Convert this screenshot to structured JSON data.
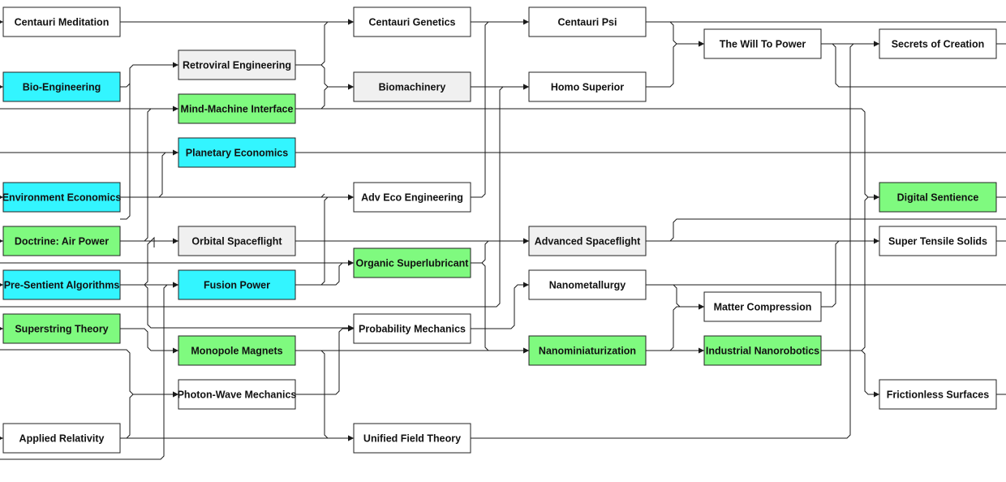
{
  "colors": {
    "blue": "#33f5ff",
    "green": "#7ffa7f",
    "grey": "#f0f0f0",
    "white": "#ffffff",
    "line": "#1a1a1a"
  },
  "nodes": [
    {
      "id": "centauri-meditation",
      "label": "Centauri Meditation",
      "fill": "white"
    },
    {
      "id": "bio-engineering",
      "label": "Bio-Engineering",
      "fill": "blue"
    },
    {
      "id": "environment-economics",
      "label": "Environment Economics",
      "fill": "blue"
    },
    {
      "id": "doctrine-air-power",
      "label": "Doctrine: Air Power",
      "fill": "green"
    },
    {
      "id": "pre-sentient-algorithms",
      "label": "Pre-Sentient Algorithms",
      "fill": "blue"
    },
    {
      "id": "superstring-theory",
      "label": "Superstring Theory",
      "fill": "green"
    },
    {
      "id": "applied-relativity",
      "label": "Applied Relativity",
      "fill": "white"
    },
    {
      "id": "retroviral-engineering",
      "label": "Retroviral Engineering",
      "fill": "grey"
    },
    {
      "id": "mind-machine-interface",
      "label": "Mind-Machine Interface",
      "fill": "green"
    },
    {
      "id": "planetary-economics",
      "label": "Planetary Economics",
      "fill": "blue"
    },
    {
      "id": "orbital-spaceflight",
      "label": "Orbital Spaceflight",
      "fill": "grey"
    },
    {
      "id": "fusion-power",
      "label": "Fusion Power",
      "fill": "blue"
    },
    {
      "id": "monopole-magnets",
      "label": "Monopole Magnets",
      "fill": "green"
    },
    {
      "id": "photon-wave-mechanics",
      "label": "Photon-Wave Mechanics",
      "fill": "white"
    },
    {
      "id": "centauri-genetics",
      "label": "Centauri Genetics",
      "fill": "white"
    },
    {
      "id": "biomachinery",
      "label": "Biomachinery",
      "fill": "grey"
    },
    {
      "id": "adv-eco-engineering",
      "label": "Adv Eco Engineering",
      "fill": "white"
    },
    {
      "id": "organic-superlubricant",
      "label": "Organic Superlubricant",
      "fill": "green"
    },
    {
      "id": "probability-mechanics",
      "label": "Probability Mechanics",
      "fill": "white"
    },
    {
      "id": "unified-field-theory",
      "label": "Unified Field Theory",
      "fill": "white"
    },
    {
      "id": "centauri-psi",
      "label": "Centauri Psi",
      "fill": "white"
    },
    {
      "id": "homo-superior",
      "label": "Homo Superior",
      "fill": "white"
    },
    {
      "id": "advanced-spaceflight",
      "label": "Advanced Spaceflight",
      "fill": "grey"
    },
    {
      "id": "nanometallurgy",
      "label": "Nanometallurgy",
      "fill": "white"
    },
    {
      "id": "nanominiaturization",
      "label": "Nanominiaturization",
      "fill": "green"
    },
    {
      "id": "the-will-to-power",
      "label": "The Will To Power",
      "fill": "white"
    },
    {
      "id": "matter-compression",
      "label": "Matter Compression",
      "fill": "white"
    },
    {
      "id": "industrial-nanorobotics",
      "label": "Industrial Nanorobotics",
      "fill": "green"
    },
    {
      "id": "secrets-of-creation",
      "label": "Secrets of Creation",
      "fill": "white"
    },
    {
      "id": "digital-sentience",
      "label": "Digital Sentience",
      "fill": "green"
    },
    {
      "id": "super-tensile-solids",
      "label": "Super Tensile Solids",
      "fill": "white"
    },
    {
      "id": "frictionless-surfaces",
      "label": "Frictionless Surfaces",
      "fill": "white"
    }
  ]
}
